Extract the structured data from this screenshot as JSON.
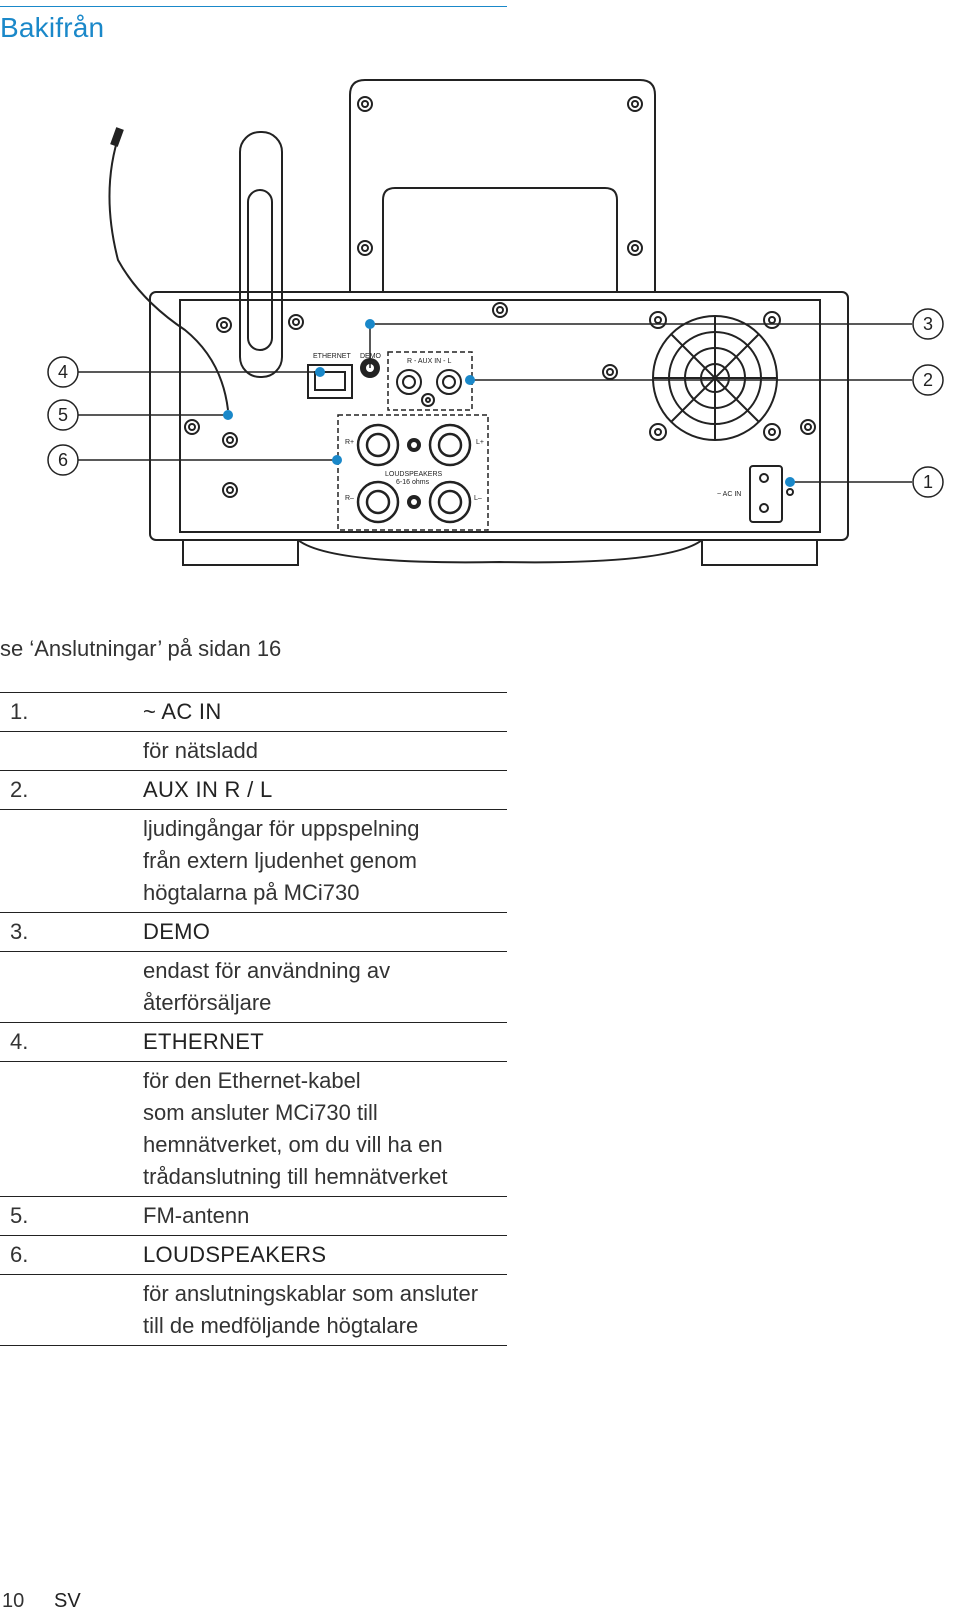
{
  "section": {
    "title": "Bakifrån"
  },
  "diagram": {
    "panel_labels": {
      "ethernet": "ETHERNET",
      "demo": "DEMO",
      "aux": "R - AUX IN - L",
      "r_plus": "R+",
      "l_plus": "L+",
      "r_minus": "R–",
      "l_minus": "L–",
      "loudspeakers": "LOUDSPEAKERS",
      "ohms": "6-16 ohms",
      "ac_in": "~ AC IN"
    },
    "callouts": [
      "1",
      "2",
      "3",
      "4",
      "5",
      "6"
    ],
    "accent_color": "#1a88c9"
  },
  "reference": "se ‘Anslutningar’ på sidan 16",
  "items": [
    {
      "num": "1.",
      "label": "~ AC IN",
      "desc": [
        "för nätsladd"
      ]
    },
    {
      "num": "2.",
      "label": "AUX IN R / L",
      "desc": [
        "ljudingångar för uppspelning",
        "från extern ljudenhet genom",
        "högtalarna på MCi730"
      ]
    },
    {
      "num": "3.",
      "label": "DEMO",
      "desc": [
        "endast för användning av",
        "återförsäljare"
      ]
    },
    {
      "num": "4.",
      "label": "ETHERNET",
      "desc": [
        "för den Ethernet-kabel",
        "som ansluter MCi730 till",
        "hemnätverket, om du vill ha en",
        "trådanslutning till hemnätverket"
      ]
    },
    {
      "num": "5.",
      "label": "FM-antenn",
      "desc": []
    },
    {
      "num": "6.",
      "label": "LOUDSPEAKERS",
      "desc": [
        "för anslutningskablar som ansluter",
        "till de medföljande högtalare"
      ]
    }
  ],
  "footer": {
    "page": "10",
    "lang": "SV"
  }
}
